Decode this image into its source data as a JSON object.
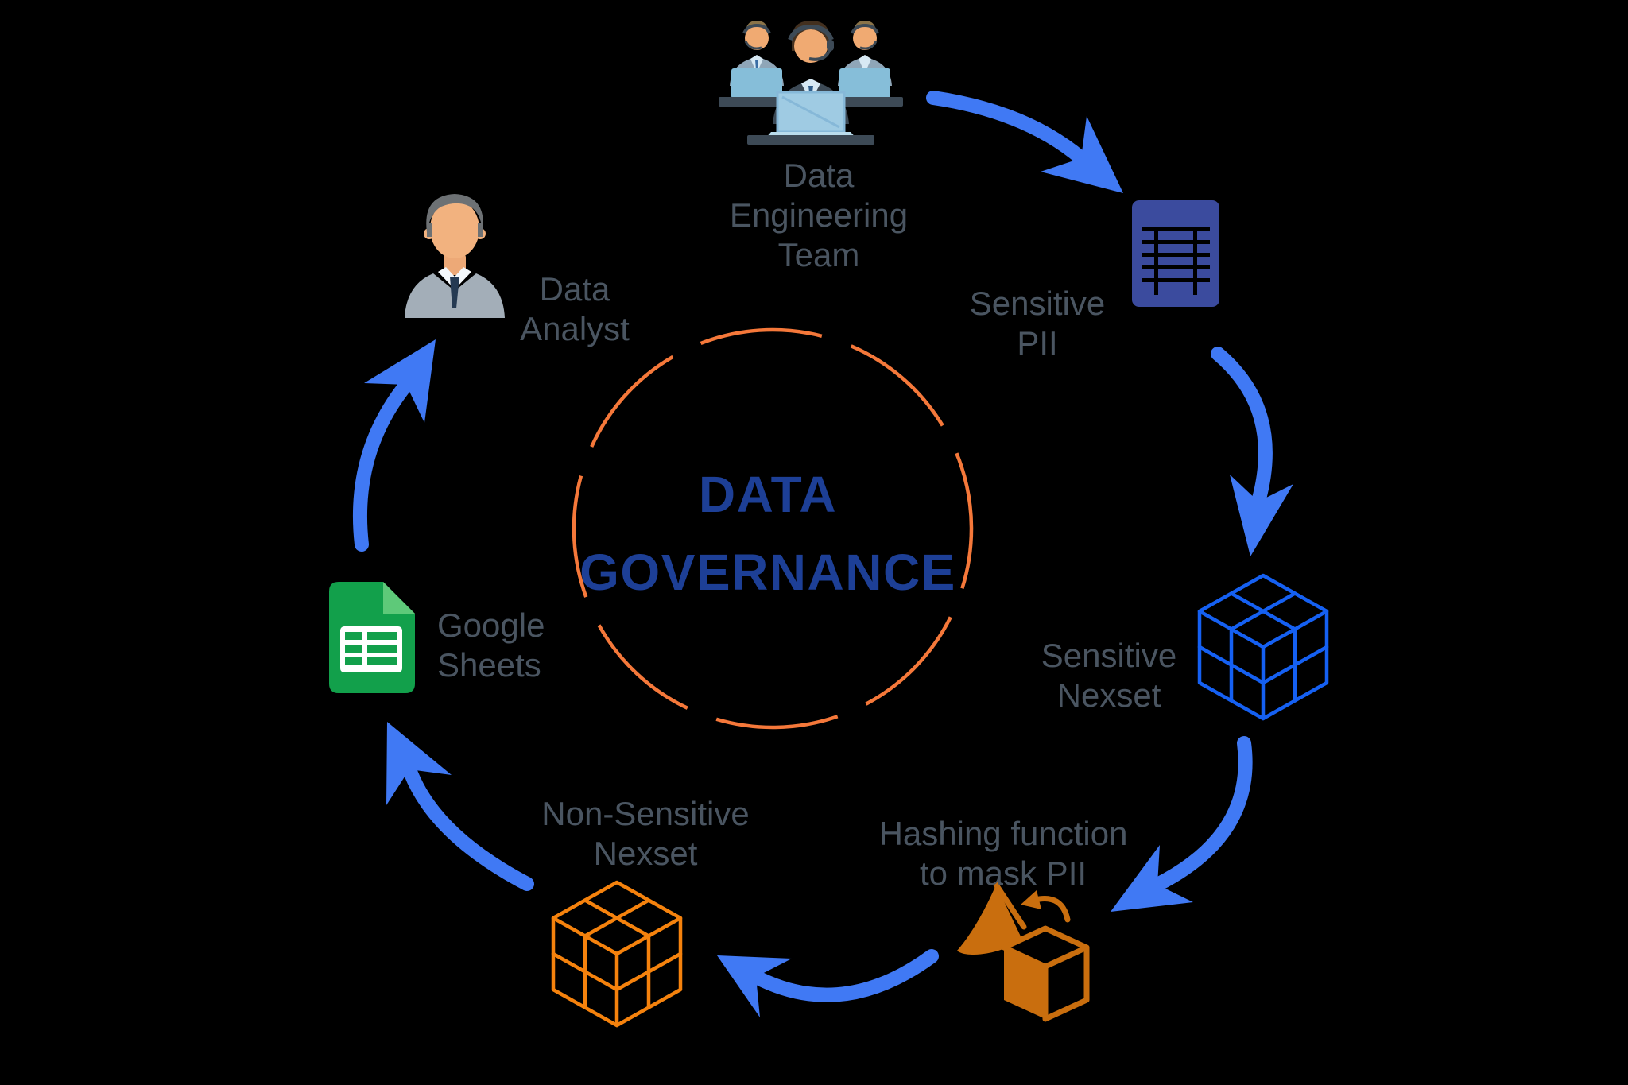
{
  "title": {
    "line1": "DATA",
    "line2": "GOVERNANCE"
  },
  "nodes": {
    "team": {
      "label": "Data\nEngineering\nTeam",
      "icon": "engineering-team-icon"
    },
    "sensitive_pii": {
      "label": "Sensitive\nPII",
      "icon": "data-table-icon"
    },
    "sensitive_nexset": {
      "label": "Sensitive\nNexset",
      "icon": "wireframe-cube-blue-icon"
    },
    "hashing": {
      "label": "Hashing function\nto mask PII",
      "icon": "hashing-shapes-icon"
    },
    "non_sensitive_nexset": {
      "label": "Non-Sensitive\nNexset",
      "icon": "wireframe-cube-orange-icon"
    },
    "google_sheets": {
      "label": "Google\nSheets",
      "icon": "google-sheets-icon"
    },
    "data_analyst": {
      "label": "Data\nAnalyst",
      "icon": "analyst-person-icon"
    }
  },
  "colors": {
    "background": "#000000",
    "arrow_blue": "#4079f4",
    "circle_orange": "#f5783a",
    "title_blue": "#1d3f96",
    "label_gray": "#4a5561",
    "cube_blue": "#1560f2",
    "cube_orange": "#f5820d",
    "hash_orange": "#c96e0e",
    "table_indigo": "#3b4b9e",
    "sheets_green": "#12a04b",
    "sheets_green_light": "#5ec979"
  }
}
